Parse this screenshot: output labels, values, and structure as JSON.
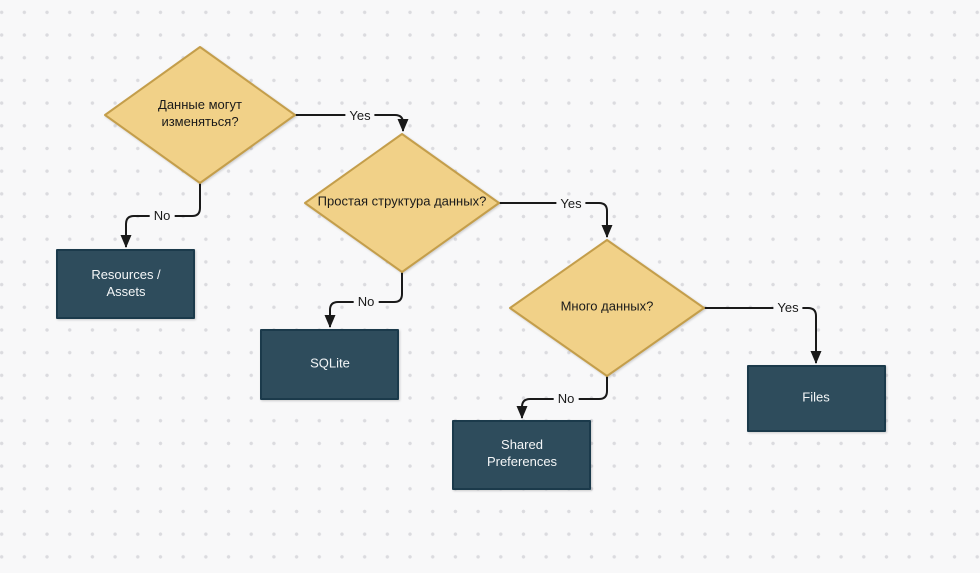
{
  "canvas": {
    "background_color": "#F8F8F9",
    "dot_color": "#DBDBDF"
  },
  "theme": {
    "decision_fill": "#F1D188",
    "decision_stroke": "#C49E4B",
    "result_fill": "#2E4C5C",
    "result_stroke": "#1B3A4B",
    "result_text_color": "#F4F6F7",
    "decision_text_color": "#1A1A1A",
    "edge_color": "#1A1A1A"
  },
  "nodes": {
    "decision_data_mutable": {
      "type": "decision",
      "label": "Данные могут изменяться?"
    },
    "decision_simple_structure": {
      "type": "decision",
      "label": "Простая структура данных?"
    },
    "decision_much_data": {
      "type": "decision",
      "label": "Много данных?"
    },
    "result_resources_assets": {
      "type": "result",
      "label": "Resources / Assets"
    },
    "result_sqlite": {
      "type": "result",
      "label": "SQLite"
    },
    "result_files": {
      "type": "result",
      "label": "Files"
    },
    "result_shared_preferences": {
      "type": "result",
      "label": "Shared Preferences"
    }
  },
  "edges": {
    "mutable_yes": {
      "from": "decision_data_mutable",
      "to": "decision_simple_structure",
      "label": "Yes"
    },
    "mutable_no": {
      "from": "decision_data_mutable",
      "to": "result_resources_assets",
      "label": "No"
    },
    "structure_yes": {
      "from": "decision_simple_structure",
      "to": "decision_much_data",
      "label": "Yes"
    },
    "structure_no": {
      "from": "decision_simple_structure",
      "to": "result_sqlite",
      "label": "No"
    },
    "much_yes": {
      "from": "decision_much_data",
      "to": "result_files",
      "label": "Yes"
    },
    "much_no": {
      "from": "decision_much_data",
      "to": "result_shared_preferences",
      "label": "No"
    }
  }
}
